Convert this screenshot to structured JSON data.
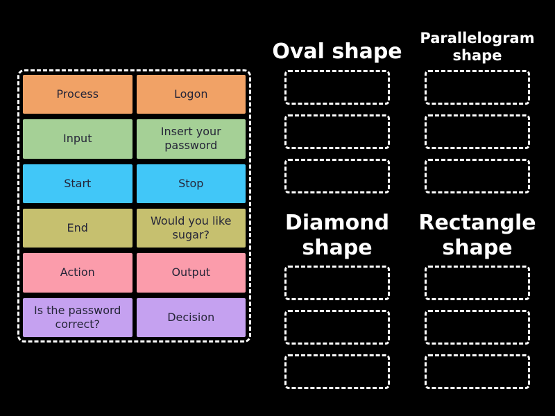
{
  "background_color": "#000000",
  "tile_text_color": "#252538",
  "header_text_color": "#FFFFFF",
  "slot_border_color": "#FFFFFF",
  "source_panel": {
    "tiles": [
      {
        "label": "Process",
        "color": "#F1A266"
      },
      {
        "label": "Logon",
        "color": "#F1A266"
      },
      {
        "label": "Input",
        "color": "#A5D096"
      },
      {
        "label": "Insert your password",
        "color": "#A5D096"
      },
      {
        "label": "Start",
        "color": "#41C7F8"
      },
      {
        "label": "Stop",
        "color": "#41C7F8"
      },
      {
        "label": "End",
        "color": "#C6C06F"
      },
      {
        "label": "Would you like sugar?",
        "color": "#C6C06F"
      },
      {
        "label": "Action",
        "color": "#FB9CAB"
      },
      {
        "label": "Output",
        "color": "#FB9CAB"
      },
      {
        "label": "Is the password correct?",
        "color": "#C5A1F0"
      },
      {
        "label": "Decision",
        "color": "#C5A1F0"
      }
    ]
  },
  "groups": [
    {
      "label": "Oval shape",
      "empty_slots": 3
    },
    {
      "label": "Parallelogram shape",
      "empty_slots": 3
    },
    {
      "label": "Diamond shape",
      "empty_slots": 3
    },
    {
      "label": "Rectangle shape",
      "empty_slots": 3
    }
  ]
}
